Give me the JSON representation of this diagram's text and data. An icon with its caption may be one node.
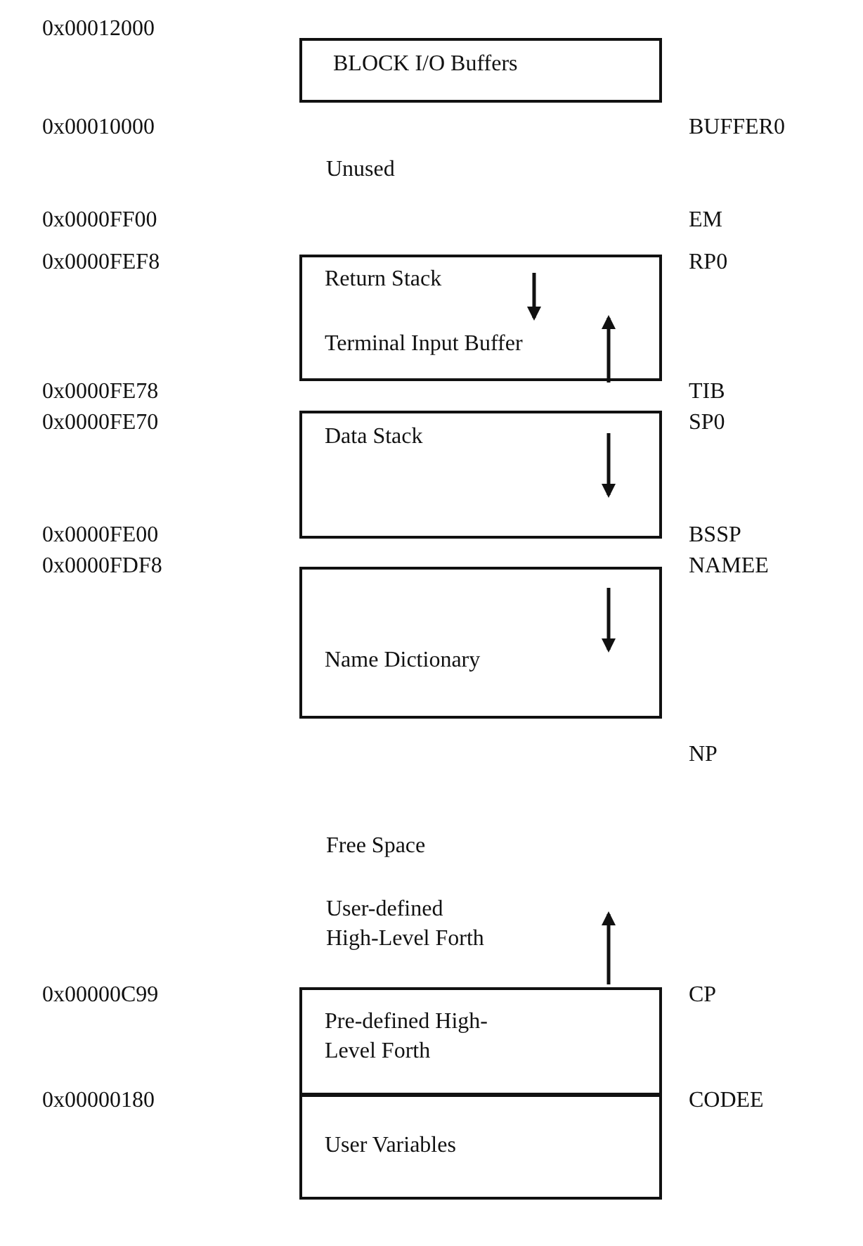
{
  "diagram": {
    "nodes": [
      {
        "text": [
          "BLOCK I/O Buffers"
        ]
      },
      {
        "text": [
          "Return Stack",
          "Terminal Input Buffer"
        ]
      },
      {
        "text": [
          "Data Stack"
        ]
      },
      {
        "text": [
          "Name Dictionary"
        ]
      },
      {
        "text": [
          "Pre-defined High-Level Forth"
        ]
      },
      {
        "text": [
          "User Variables"
        ]
      }
    ],
    "edges": [],
    "labels": [
      "0x00012000",
      "0x00010000",
      "BUFFER0",
      "Unused",
      "0x0000FF00",
      "EM",
      "0x0000FEF8",
      "RP0",
      "0x0000FE78",
      "TIB",
      "0x0000FE70",
      "SP0",
      "0x0000FE00",
      "BSSP",
      "0x0000FDF8",
      "NAMEE",
      "NP",
      "Free Space",
      "User-defined High-Level Forth",
      "0x00000C99",
      "CP",
      "0x00000180",
      "CODEE"
    ]
  }
}
